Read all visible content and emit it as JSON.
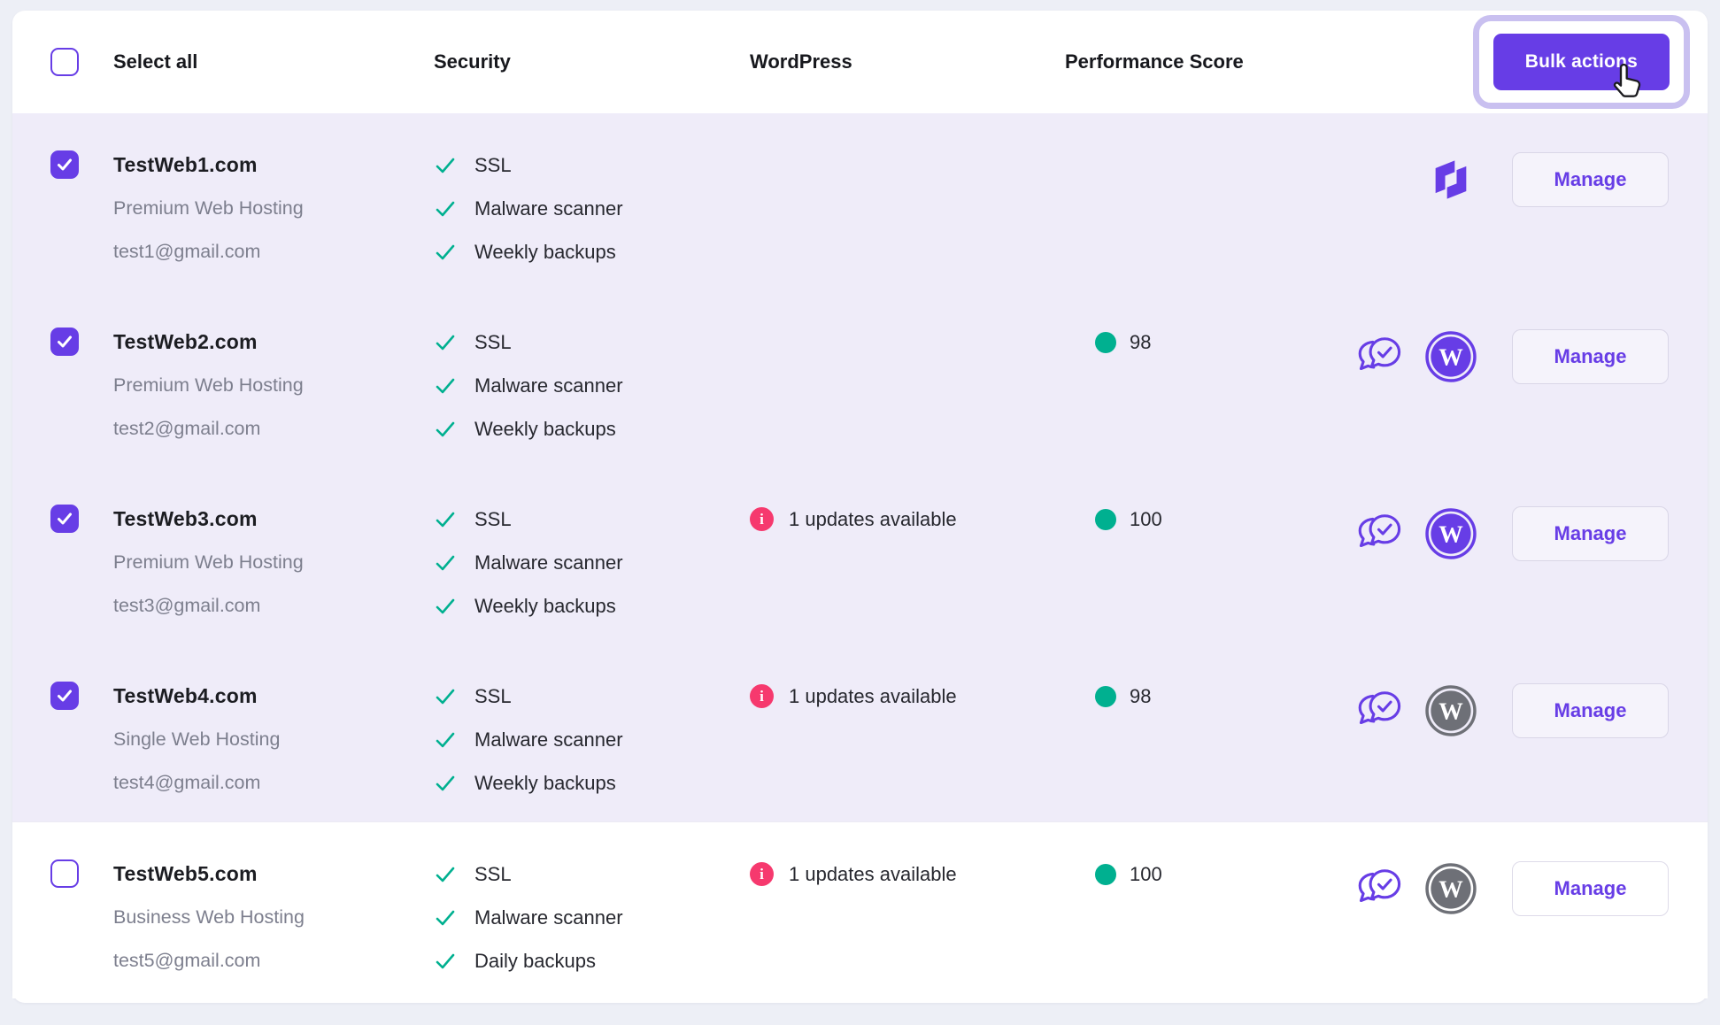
{
  "header": {
    "select_all_label": "Select all",
    "columns": {
      "security": "Security",
      "wordpress": "WordPress",
      "performance": "Performance Score"
    },
    "bulk_actions_label": "Bulk actions"
  },
  "labels": {
    "manage": "Manage"
  },
  "rows": [
    {
      "domain": "TestWeb1.com",
      "plan": "Premium Web Hosting",
      "email": "test1@gmail.com",
      "checked": true,
      "security": [
        "SSL",
        "Malware scanner",
        "Weekly backups"
      ],
      "updates": "",
      "score": "",
      "icons": {
        "chat": false,
        "logo": "hostinger"
      }
    },
    {
      "domain": "TestWeb2.com",
      "plan": "Premium Web Hosting",
      "email": "test2@gmail.com",
      "checked": true,
      "security": [
        "SSL",
        "Malware scanner",
        "Weekly backups"
      ],
      "updates": "",
      "score": "98",
      "icons": {
        "chat": true,
        "logo": "wordpress-purple"
      }
    },
    {
      "domain": "TestWeb3.com",
      "plan": "Premium Web Hosting",
      "email": "test3@gmail.com",
      "checked": true,
      "security": [
        "SSL",
        "Malware scanner",
        "Weekly backups"
      ],
      "updates": "1 updates available",
      "score": "100",
      "icons": {
        "chat": true,
        "logo": "wordpress-purple"
      }
    },
    {
      "domain": "TestWeb4.com",
      "plan": "Single Web Hosting",
      "email": "test4@gmail.com",
      "checked": true,
      "security": [
        "SSL",
        "Malware scanner",
        "Weekly backups"
      ],
      "updates": "1 updates available",
      "score": "98",
      "icons": {
        "chat": true,
        "logo": "wordpress-gray"
      }
    },
    {
      "domain": "TestWeb5.com",
      "plan": "Business Web Hosting",
      "email": "test5@gmail.com",
      "checked": false,
      "security": [
        "SSL",
        "Malware scanner",
        "Daily backups"
      ],
      "updates": "1 updates available",
      "score": "100",
      "icons": {
        "chat": true,
        "logo": "wordpress-gray"
      }
    }
  ],
  "colors": {
    "brand_purple": "#673de6",
    "success_teal": "#00b090",
    "danger_pink": "#f6396e",
    "wordpress_gray": "#6e7077",
    "selected_row_bg": "#efecf9",
    "highlight_ring": "#c9c0f0"
  }
}
